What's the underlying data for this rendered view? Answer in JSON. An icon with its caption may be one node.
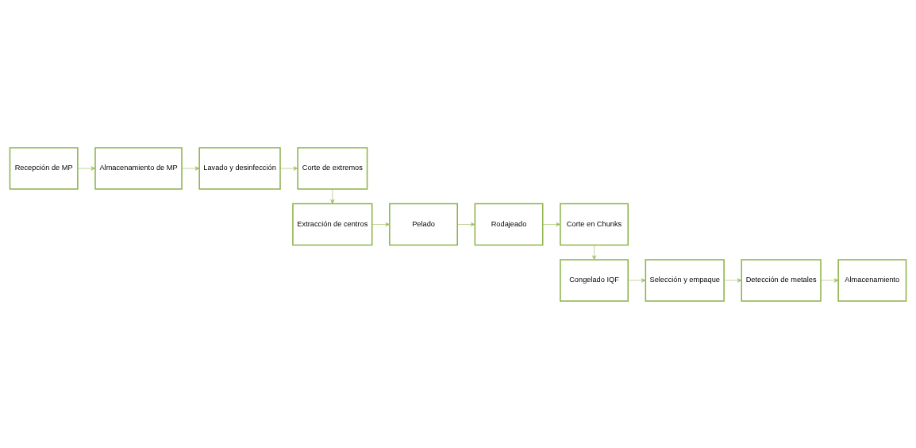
{
  "diagram": {
    "nodes": [
      {
        "text": [
          "Recepción de MP"
        ]
      },
      {
        "text": [
          "Almacenamiento de MP"
        ]
      },
      {
        "text": [
          "Lavado y desinfección"
        ]
      },
      {
        "text": [
          "Corte de extremos"
        ]
      },
      {
        "text": [
          "Extracción de centros"
        ]
      },
      {
        "text": [
          "Pelado"
        ]
      },
      {
        "text": [
          "Rodajeado"
        ]
      },
      {
        "text": [
          "Corte en Chunks"
        ]
      },
      {
        "text": [
          "Congelado IQF"
        ]
      },
      {
        "text": [
          "Selección y empaque"
        ]
      },
      {
        "text": [
          "Detección de metales"
        ]
      },
      {
        "text": [
          "Almacenamiento"
        ]
      }
    ],
    "edges": [
      {
        "from": 0,
        "to": 1,
        "arrow": "to"
      },
      {
        "from": 1,
        "to": 2,
        "arrow": "to"
      },
      {
        "from": 2,
        "to": 3,
        "arrow": "to"
      },
      {
        "from": 3,
        "to": 4,
        "arrow": "to"
      },
      {
        "from": 4,
        "to": 5,
        "arrow": "to"
      },
      {
        "from": 5,
        "to": 6,
        "arrow": "to"
      },
      {
        "from": 6,
        "to": 7,
        "arrow": "to"
      },
      {
        "from": 7,
        "to": 8,
        "arrow": "to"
      },
      {
        "from": 8,
        "to": 9,
        "arrow": "to"
      },
      {
        "from": 9,
        "to": 10,
        "arrow": "to"
      },
      {
        "from": 10,
        "to": 11,
        "arrow": "to"
      }
    ]
  }
}
